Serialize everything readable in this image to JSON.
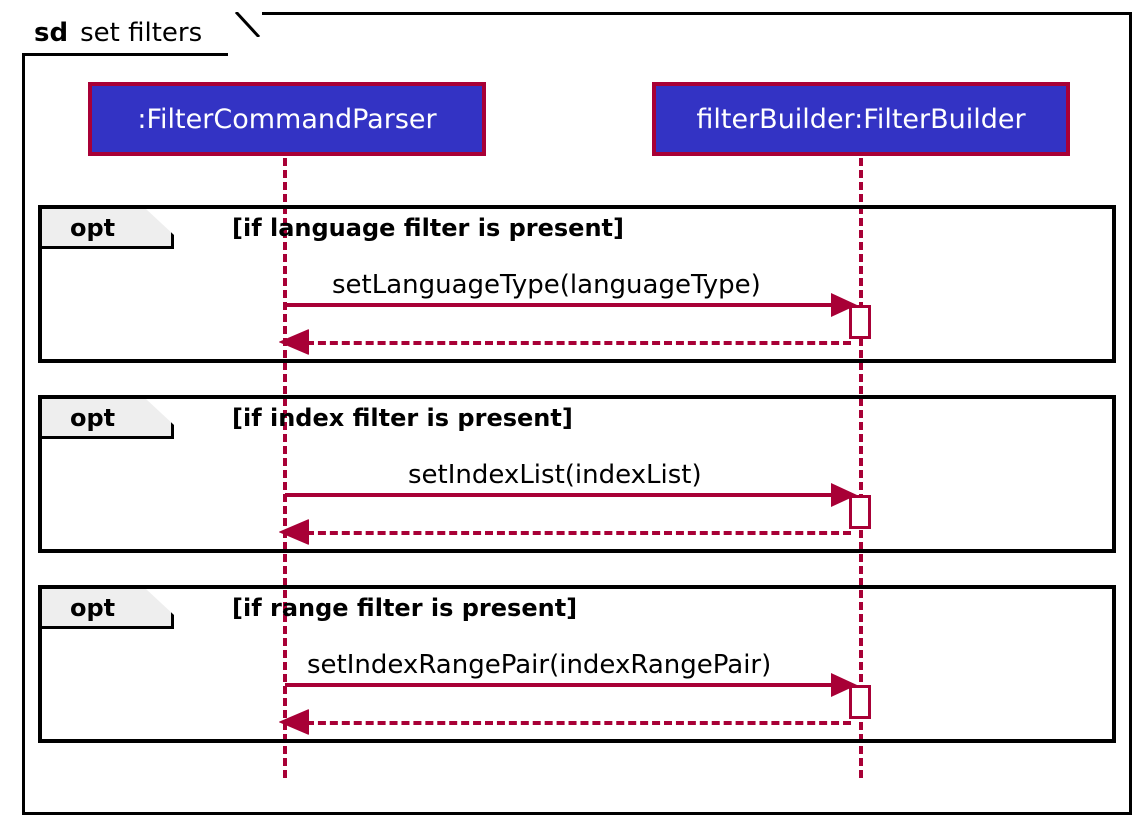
{
  "diagram": {
    "kind": "sd",
    "name": "set filters",
    "type": "uml-sequence-diagram"
  },
  "participants": [
    {
      "id": "parser",
      "label": ":FilterCommandParser",
      "fill": "#3333C4",
      "border": "#A80036",
      "text": "#FFFFFF"
    },
    {
      "id": "builder",
      "label": "filterBuilder:FilterBuilder",
      "fill": "#3333C4",
      "border": "#A80036",
      "text": "#FFFFFF"
    }
  ],
  "fragments": [
    {
      "operator": "opt",
      "guard": "[if language filter is present]",
      "message": "setLanguageType(languageType)",
      "return_message": ""
    },
    {
      "operator": "opt",
      "guard": "[if index filter is present]",
      "message": "setIndexList(indexList)",
      "return_message": ""
    },
    {
      "operator": "opt",
      "guard": "[if range filter is present]",
      "message": "setIndexRangePair(indexRangePair)",
      "return_message": ""
    }
  ],
  "colors": {
    "participant_fill": "#3333C4",
    "accent": "#A80036",
    "frame": "#000000",
    "fragment_tab": "#EEEEEE"
  }
}
